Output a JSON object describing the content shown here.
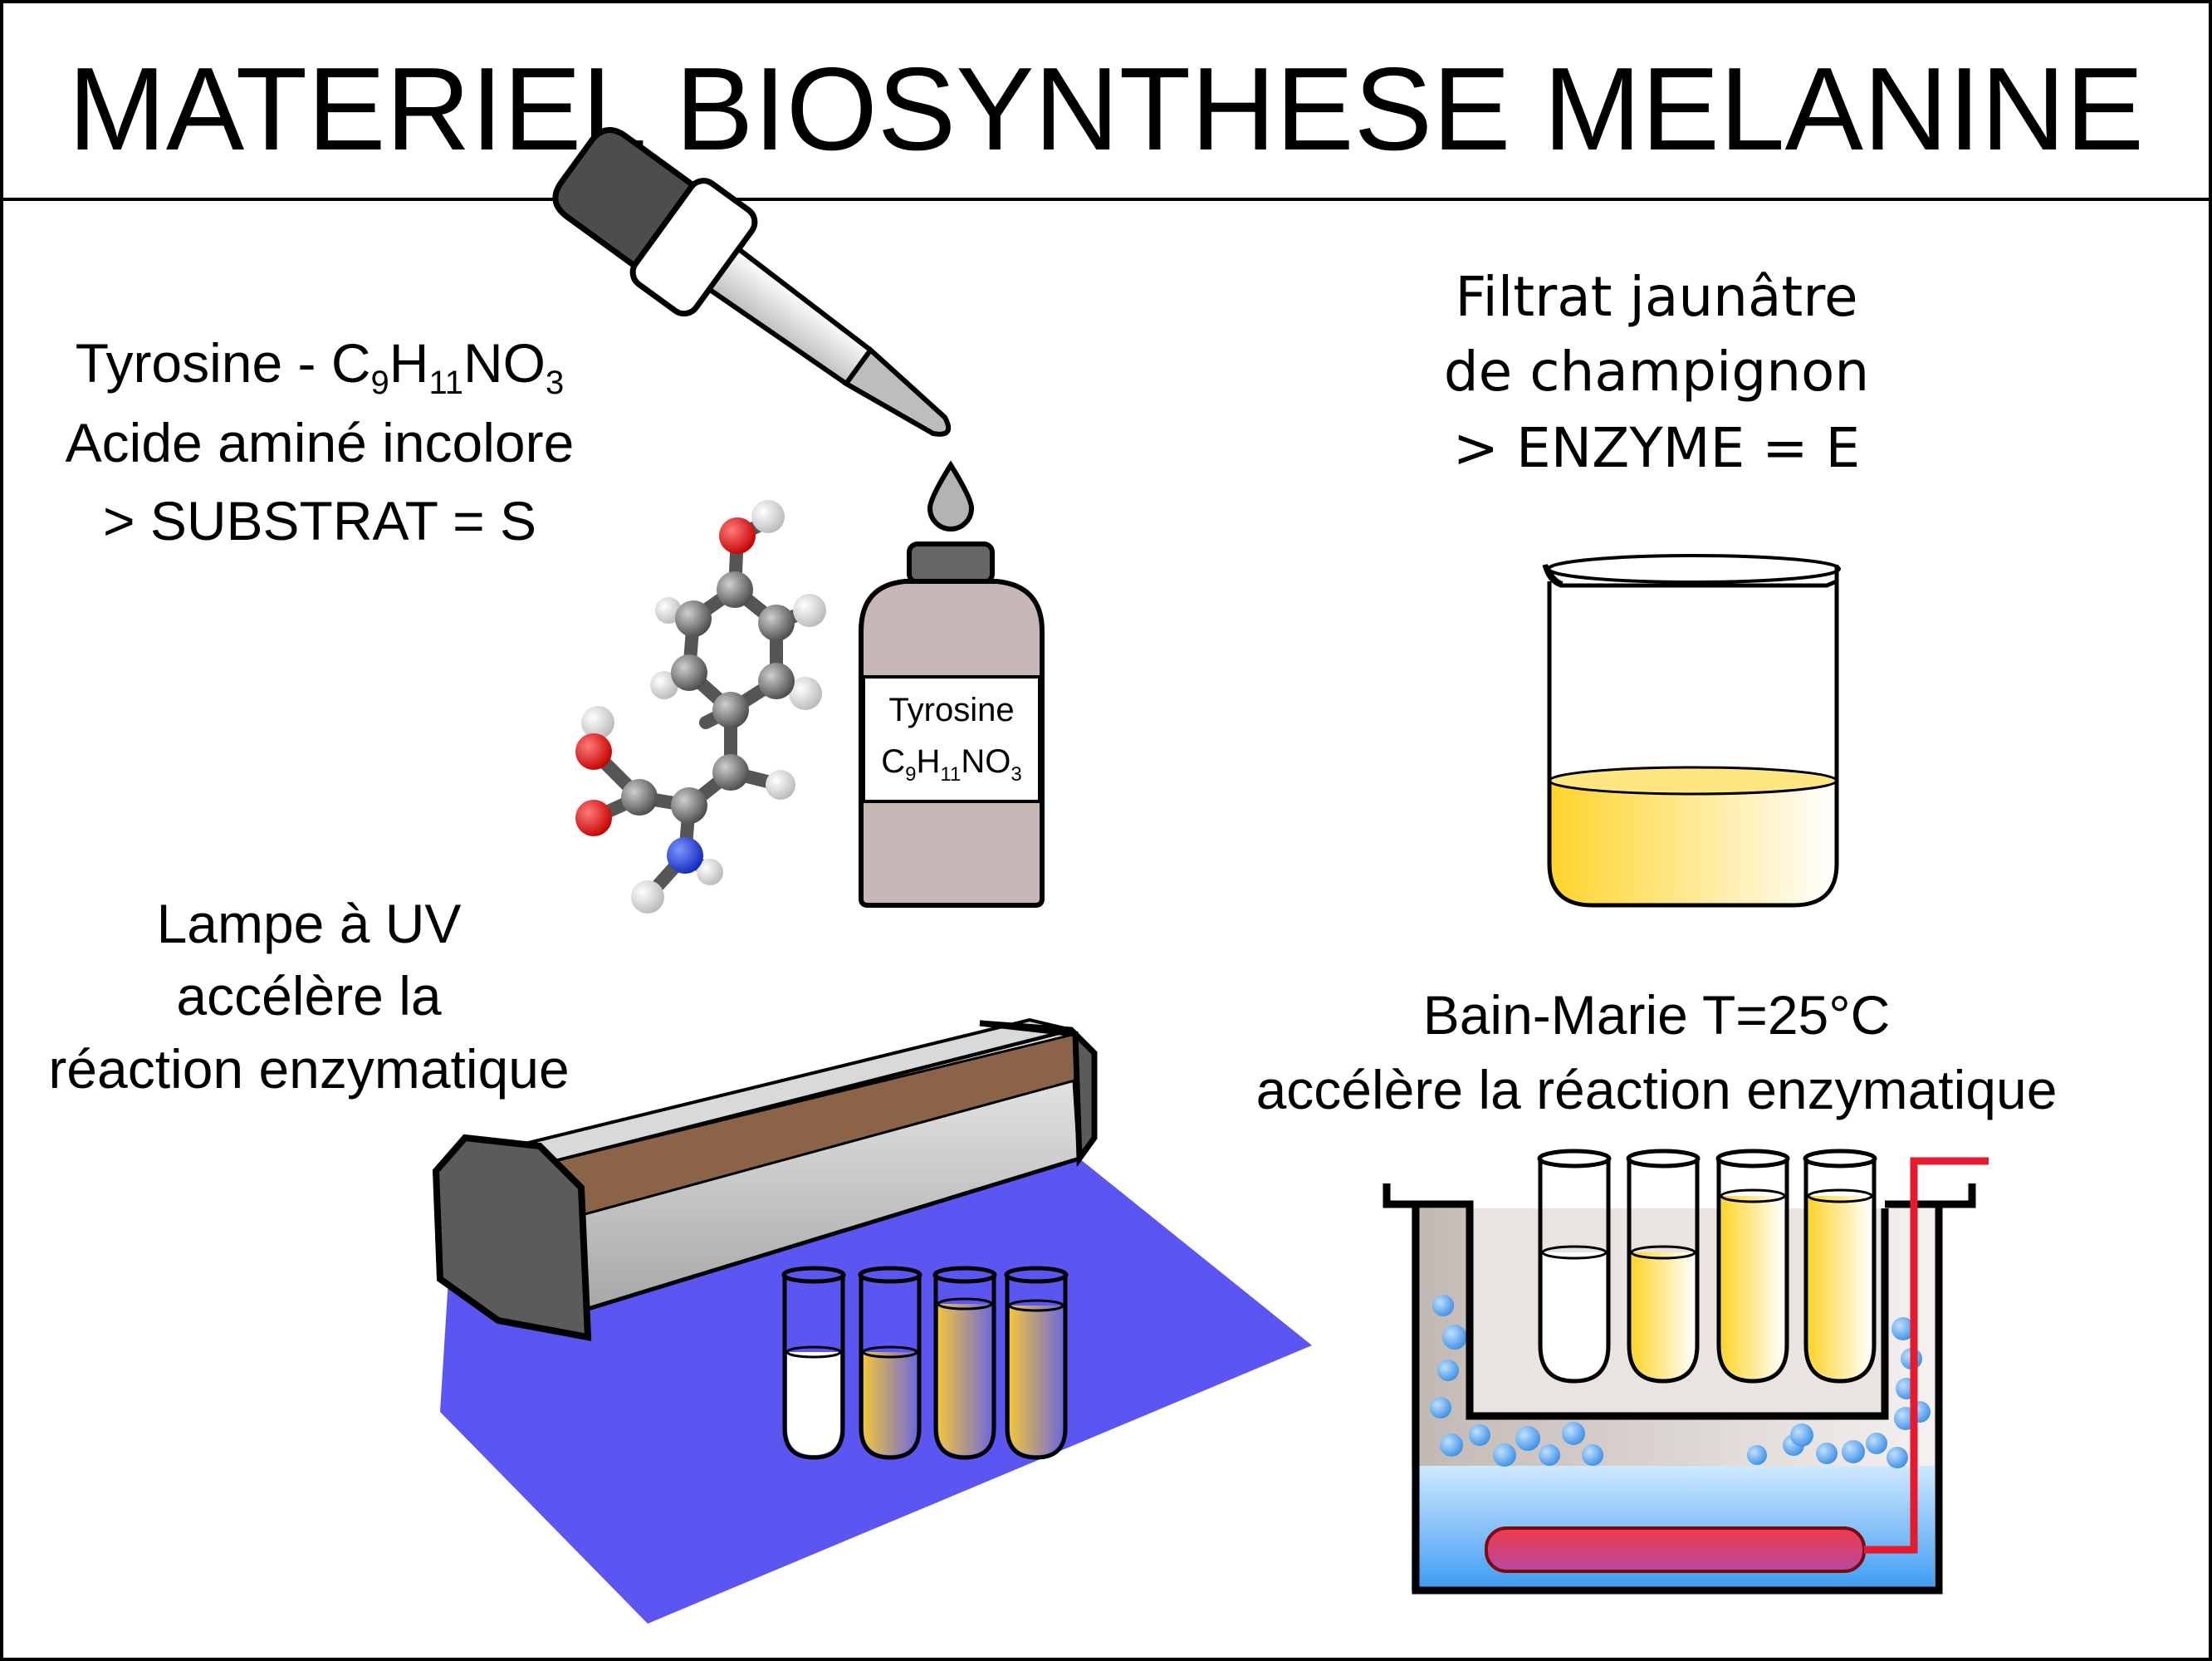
{
  "title": "MATERIEL BIOSYNTHESE MELANINE",
  "tyrosine": {
    "line1_text": "Tyrosine - C",
    "line1_sub1": "9",
    "line1_h": "H",
    "line1_sub2": "11",
    "line1_no": "NO",
    "line1_sub3": "3",
    "line2": "Acide aminé incolore",
    "line3": "> SUBSTRAT = S"
  },
  "bottle_label": {
    "name": "Tyrosine",
    "c": "C",
    "sub1": "9",
    "h": "H",
    "sub2": "11",
    "no": "NO",
    "sub3": "3"
  },
  "enzyme": {
    "line1": "Filtrat jaunâtre",
    "line2": "de champignon",
    "line3": "> ENZYME = E"
  },
  "uv_lamp": {
    "line1": "Lampe à UV",
    "line2": "accélère la",
    "line3": "réaction enzymatique"
  },
  "bain_marie": {
    "line1": "Bain-Marie T=25°C",
    "line2": "accélère la réaction enzymatique"
  },
  "colors": {
    "yellow": "#ffd42a",
    "uv_blue": "#5b55f2",
    "water_blue": "#4aa3f5",
    "bottle": "#c8b7b7",
    "lamp_stripe": "#8a6349",
    "heater_red": "#e61a2e",
    "oxygen_red": "#ee1111",
    "nitrogen_blue": "#2244dd"
  }
}
